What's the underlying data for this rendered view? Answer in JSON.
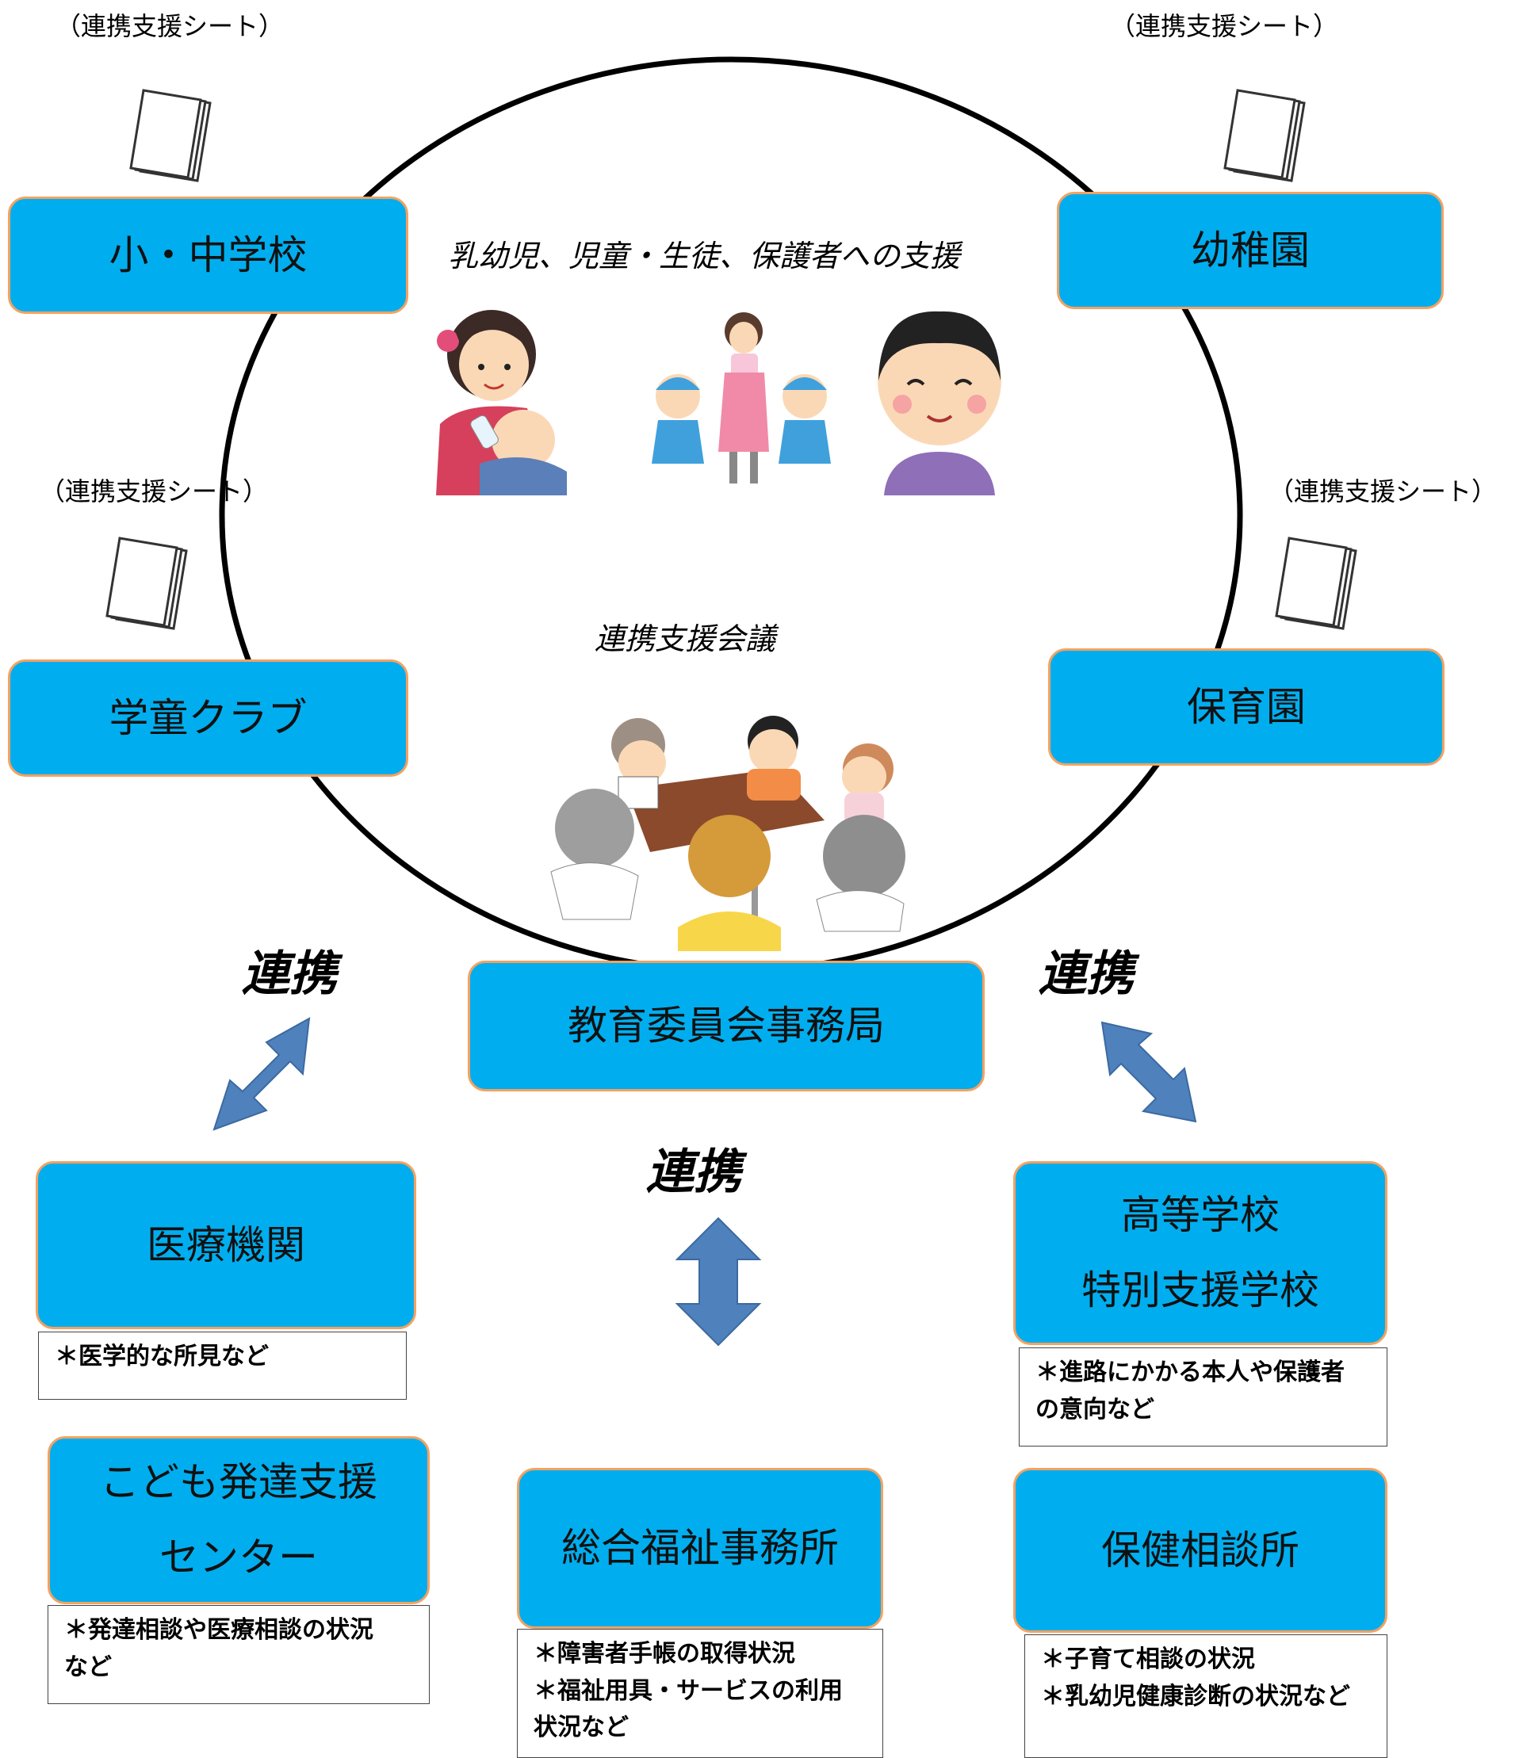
{
  "sheet_label": "（連携支援シート）",
  "center": {
    "support_caption": "乳幼児、児童・生徒、保護者への支援",
    "meeting_caption": "連携支援会議"
  },
  "renkei": "連携",
  "boxes": {
    "elementary_junior_high": "小・中学校",
    "kindergarten": "幼稚園",
    "after_school_club": "学童クラブ",
    "nursery": "保育園",
    "board_of_education": "教育委員会事務局",
    "medical": "医療機関",
    "high_school_line1": "高等学校",
    "high_school_line2": "特別支援学校",
    "child_dev_line1": "こども発達支援",
    "child_dev_line2": "センター",
    "welfare": "総合福祉事務所",
    "health": "保健相談所"
  },
  "notes": {
    "medical": "＊医学的な所見など",
    "high_school": [
      "＊進路にかかる本人や保護者",
      "の意向など"
    ],
    "child_dev": [
      "＊発達相談や医療相談の状況",
      "など"
    ],
    "welfare": [
      "＊障害者手帳の取得状況",
      "＊福祉用具・サービスの利用",
      "状況など"
    ],
    "health": [
      "＊子育て相談の状況",
      "＊乳幼児健康診断の状況など"
    ]
  },
  "colors": {
    "box_fill": "#00aeef",
    "box_border": "#f4a261",
    "arrow": "#4f81bd",
    "circle": "#000000"
  },
  "icons": [
    "document-stack-icon",
    "mother-feeding-baby-illustration",
    "teacher-with-children-illustration",
    "smiling-boy-illustration",
    "meeting-table-illustration",
    "double-arrow-icon"
  ]
}
